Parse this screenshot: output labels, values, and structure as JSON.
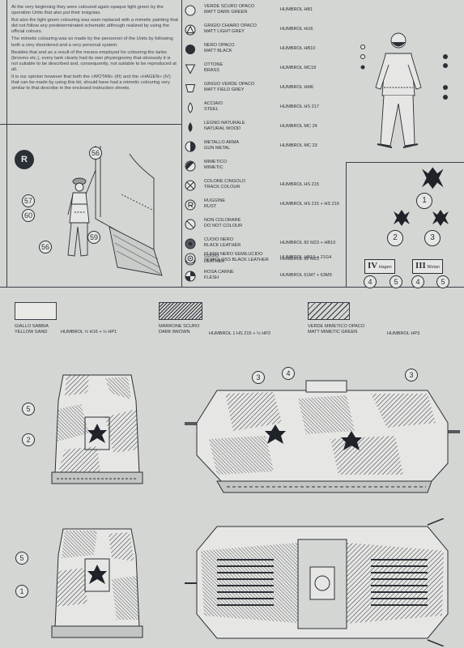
{
  "intro_paragraphs": [
    "At the very beginning they were coloured again opaque light green by the operation Units that also put their insignias.",
    "But also the light green colouring was soon replaced with a mimetic painting that did not follow any predeterminated schematic although realized by using the official colours.",
    "The mimetic colouring was so made by the personnel of the Units by following both a very disordered and a very personal system.",
    "Besides that and as a result of the means employed for colouring the tanks (brooms etc.), every tank clearly had its own physiognomy that obviously it is not suitable to be described and, consequently, not suitable to be reproduced at all.",
    "It is our opinion however that both the «WOTAN» (III) and the «HAGEN» (IV) that can be made by using this kit, should have had a mimetic colouring very similar to that describe in the enclosed instruction sheets."
  ],
  "legend": [
    {
      "it": "VERDE SCURO OPACO",
      "en": "MATT DARK GREEN",
      "code": "HUMBROL HB1",
      "icon": "circle-outline-icon"
    },
    {
      "it": "GRIGIO CHIARO OPACO",
      "en": "MATT LIGHT GREY",
      "code": "HUMBROL HU6",
      "icon": "triangle-in-circle-icon"
    },
    {
      "it": "NERO OPACO",
      "en": "MATT BLACK",
      "code": "HUMBROL HB10",
      "icon": "filled-circle-icon"
    },
    {
      "it": "OTTONE",
      "en": "BRASS",
      "code": "HUMBROL MC18",
      "icon": "triangle-down-icon"
    },
    {
      "it": "GRIGIO VERDE OPACO",
      "en": "MATT FIELD GREY",
      "code": "HUMBROL HM6",
      "icon": "trapezoid-icon"
    },
    {
      "it": "ACCIAIO",
      "en": "STEEL",
      "code": "HUMBROL HS 217",
      "icon": "drop-outline-icon"
    },
    {
      "it": "LEGNO NATURALE",
      "en": "NATURAL WOOD",
      "code": "HUMBROL MC 24",
      "icon": "drop-filled-icon"
    },
    {
      "it": "METALLO ARMA",
      "en": "GUN METAL",
      "code": "HUMBROL MC 23",
      "icon": "half-filled-circle-icon"
    },
    {
      "it": "MIMETICO",
      "en": "MIMETIC",
      "code": "",
      "icon": "diagonal-half-circle-icon"
    },
    {
      "it": "COLORE CINGOLO",
      "en": "TRACK COLOUR",
      "code": "HUMBROL HS 215",
      "icon": "cross-circle-icon"
    },
    {
      "it": "RUGGINE",
      "en": "RUST",
      "code": "HUMBROL HS 215 + HS 216",
      "icon": "r-circle-icon"
    },
    {
      "it": "NON COLORARE",
      "en": "DO NOT COLOUR",
      "code": "",
      "icon": "slash-circle-icon"
    },
    {
      "it": "CUOIO NERO",
      "en": "BLACK LEATHER",
      "code": "HUMBROL 82 M23 + HB10",
      "icon": "dark-dot-circle-icon"
    },
    {
      "it": "CUOIO",
      "en": "LEATHER",
      "code": "HUMBROL 82 M23",
      "icon": "dot-circle-icon"
    },
    {
      "it": "CUOIO NERO SEMILUCIDO",
      "en": "SEMIGLOSS BLACK LEATHER",
      "code": "HUMBROL HB10 + 21G4",
      "icon": "ring-dot-circle-icon"
    },
    {
      "it": "ROSA CARNE",
      "en": "FLESH",
      "code": "HUMBROL 61M7 + 63M9",
      "icon": "quartered-circle-icon"
    }
  ],
  "swatches": [
    {
      "it": "GIALLO SABBIA",
      "en": "YELLOW SAND",
      "code": "HUMBROL ½ H16 + ½ HP1"
    },
    {
      "it": "MARRONE SCURO",
      "en": "DARK BROWN",
      "code": "HUMBROL 1 HS 215 + ½ HP2"
    },
    {
      "it": "VERDE MIMETICO OPACO",
      "en": "MATT MIMETIC GREEN",
      "code": "HUMBROL HP3"
    }
  ],
  "badge_r": "R",
  "figure_callouts": [
    "56",
    "57",
    "60",
    "56",
    "59"
  ],
  "insignia_callouts": [
    "1",
    "2",
    "3"
  ],
  "tags": {
    "hagen_numeral": "IV",
    "hagen": "Hagen",
    "wotan_numeral": "III",
    "wotan": "Wotan"
  },
  "tag_callouts": [
    "4",
    "5",
    "4",
    "5"
  ],
  "front_view_callouts": [
    "5",
    "2"
  ],
  "side_view_callouts": [
    "3",
    "4",
    "3"
  ],
  "rear_view_callouts": [
    "5",
    "1"
  ]
}
